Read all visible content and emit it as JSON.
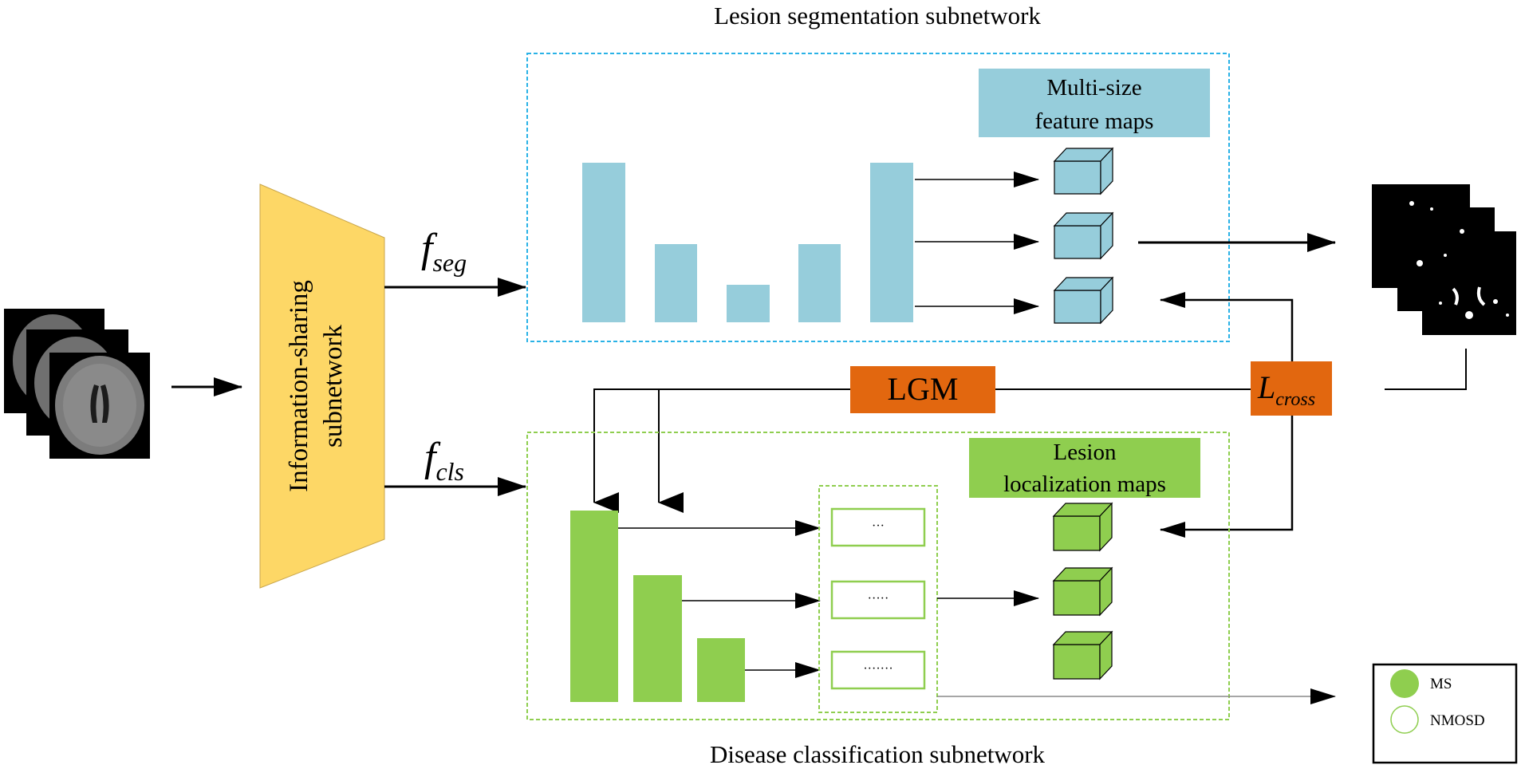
{
  "titles": {
    "segmentation": "Lesion segmentation subnetwork",
    "classification": "Disease classification subnetwork"
  },
  "encoder": {
    "label_line1": "Information-sharing",
    "label_line2": "subnetwork",
    "color": "#FDD766"
  },
  "features": {
    "seg_f": "f",
    "seg_sub": "seg",
    "cls_f": "f",
    "cls_sub": "cls"
  },
  "seg_branch": {
    "maps_label_line1": "Multi-size",
    "maps_label_line2": "feature maps",
    "color": "#96CDDB"
  },
  "cls_branch": {
    "maps_label_line1": "Lesion",
    "maps_label_line2": "localization maps",
    "color": "#8FCE4F",
    "box_dots": [
      "···",
      "·····",
      "·······"
    ]
  },
  "modules": {
    "lgm": "LGM",
    "lcross_L": "L",
    "lcross_sub": "cross",
    "color": "#E2670F"
  },
  "legend": {
    "ms": "MS",
    "nmosd": "NMOSD"
  }
}
